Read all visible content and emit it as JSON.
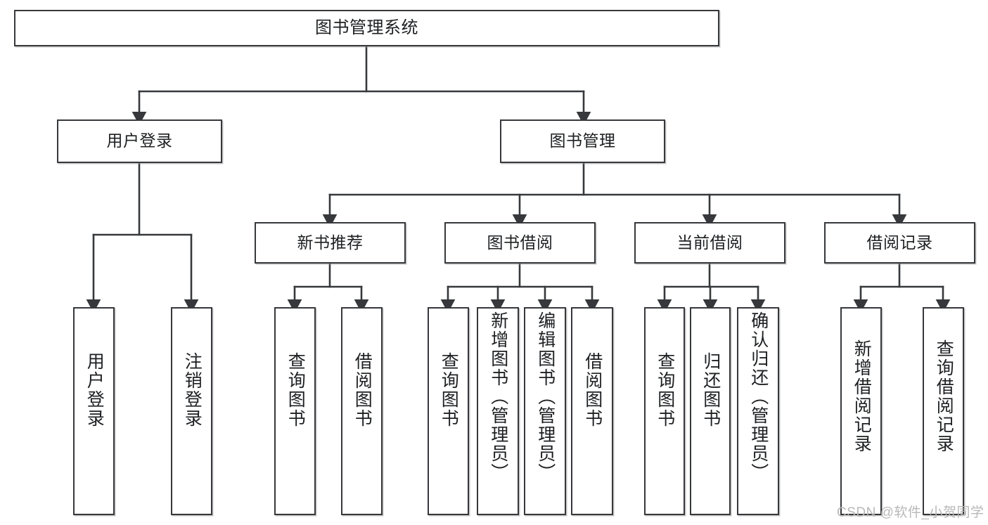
{
  "diagram": {
    "type": "tree-hierarchy-chart",
    "title": "图书管理系统",
    "stroke_color": "#36383b",
    "background_color": "#ffffff",
    "text_color": "#1d1f21"
  },
  "root": {
    "label": "图书管理系统"
  },
  "level1": [
    {
      "label": "用户登录"
    },
    {
      "label": "图书管理"
    }
  ],
  "level2": [
    {
      "label": "新书推荐"
    },
    {
      "label": "图书借阅"
    },
    {
      "label": "当前借阅"
    },
    {
      "label": "借阅记录"
    }
  ],
  "leaves": {
    "user_login": [
      {
        "label": "用户登录"
      },
      {
        "label": "注销登录"
      }
    ],
    "new_book_recommend": [
      {
        "label": "查询图书"
      },
      {
        "label": "借阅图书"
      }
    ],
    "book_borrow": [
      {
        "label": "查询图书"
      },
      {
        "label": "新增图书（管理员）"
      },
      {
        "label": "编辑图书（管理员）"
      },
      {
        "label": "借阅图书"
      }
    ],
    "current_borrow": [
      {
        "label": "查询图书"
      },
      {
        "label": "归还图书"
      },
      {
        "label": "确认归还（管理员）"
      }
    ],
    "borrow_record": [
      {
        "label": "新增借阅记录"
      },
      {
        "label": "查询借阅记录"
      }
    ]
  },
  "watermark": {
    "text": "CSDN @软件_小贺同学"
  }
}
